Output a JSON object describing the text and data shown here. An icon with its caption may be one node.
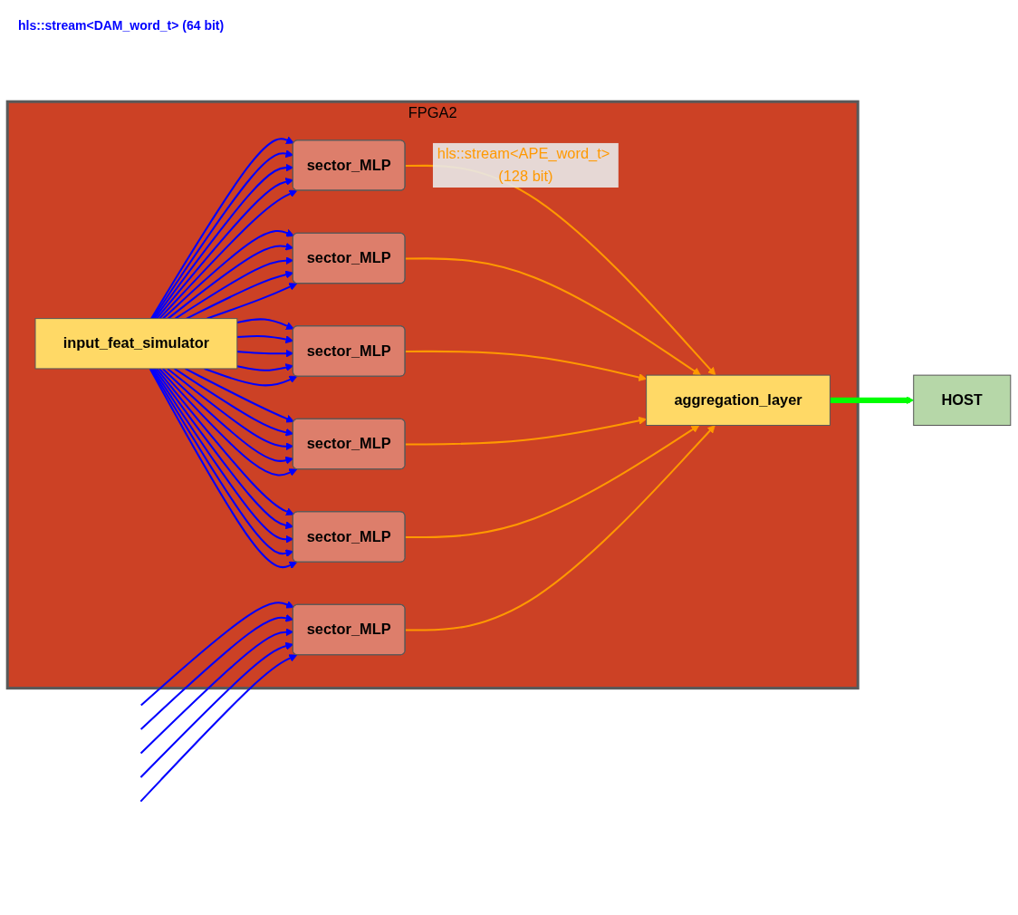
{
  "diagram": {
    "nodes": [
      {
        "text": [
          "FPGA2"
        ]
      },
      {
        "text": [
          "input_feat_simulator"
        ],
        "in": 0
      },
      {
        "text": [
          "sector_MLP"
        ],
        "in": 0
      },
      {
        "text": [
          "sector_MLP"
        ],
        "in": 0
      },
      {
        "text": [
          "sector_MLP"
        ],
        "in": 0
      },
      {
        "text": [
          "sector_MLP"
        ],
        "in": 0
      },
      {
        "text": [
          "sector_MLP"
        ],
        "in": 0
      },
      {
        "text": [
          "sector_MLP"
        ],
        "in": 0
      },
      {
        "text": [
          "aggregation_layer"
        ],
        "in": 0
      },
      {
        "text": [
          "HOST"
        ]
      }
    ],
    "edges": [
      {
        "from": 1,
        "to": 2,
        "arrow": "to"
      },
      {
        "from": 1,
        "to": 2,
        "arrow": "to"
      },
      {
        "from": 1,
        "to": 2,
        "arrow": "to"
      },
      {
        "from": 1,
        "to": 2,
        "arrow": "to"
      },
      {
        "from": 1,
        "to": 2,
        "arrow": "to"
      },
      {
        "from": 1,
        "to": 3,
        "arrow": "to"
      },
      {
        "from": 1,
        "to": 3,
        "arrow": "to"
      },
      {
        "from": 1,
        "to": 3,
        "arrow": "to"
      },
      {
        "from": 1,
        "to": 3,
        "arrow": "to"
      },
      {
        "from": 1,
        "to": 3,
        "arrow": "to"
      },
      {
        "from": 1,
        "to": 4,
        "arrow": "to"
      },
      {
        "from": 1,
        "to": 4,
        "arrow": "to"
      },
      {
        "from": 1,
        "to": 4,
        "arrow": "to"
      },
      {
        "from": 1,
        "to": 4,
        "arrow": "to"
      },
      {
        "from": 1,
        "to": 4,
        "arrow": "to"
      },
      {
        "from": 1,
        "to": 5,
        "arrow": "to"
      },
      {
        "from": 1,
        "to": 5,
        "arrow": "to"
      },
      {
        "from": 1,
        "to": 5,
        "arrow": "to"
      },
      {
        "from": 1,
        "to": 5,
        "arrow": "to"
      },
      {
        "from": 1,
        "to": 5,
        "arrow": "to"
      },
      {
        "from": 1,
        "to": 6,
        "arrow": "to"
      },
      {
        "from": 1,
        "to": 6,
        "arrow": "to"
      },
      {
        "from": 1,
        "to": 6,
        "arrow": "to"
      },
      {
        "from": 1,
        "to": 6,
        "arrow": "to"
      },
      {
        "from": 1,
        "to": 6,
        "arrow": "to"
      },
      {
        "from": null,
        "to": 7,
        "arrow": "to"
      },
      {
        "from": null,
        "to": 7,
        "arrow": "to"
      },
      {
        "from": null,
        "to": 7,
        "arrow": "to"
      },
      {
        "from": null,
        "to": 7,
        "arrow": "to"
      },
      {
        "from": null,
        "to": 7,
        "arrow": "to"
      },
      {
        "from": 2,
        "to": 8,
        "arrow": "to",
        "color": "#ff9900",
        "label": "hls::stream<APE_word_t> (128 bit)"
      },
      {
        "from": 3,
        "to": 8,
        "arrow": "to",
        "color": "#ff9900"
      },
      {
        "from": 4,
        "to": 8,
        "arrow": "to",
        "color": "#ff9900"
      },
      {
        "from": 5,
        "to": 8,
        "arrow": "to",
        "color": "#ff9900"
      },
      {
        "from": 6,
        "to": 8,
        "arrow": "to",
        "color": "#ff9900"
      },
      {
        "from": 7,
        "to": 8,
        "arrow": "to",
        "color": "#ff9900"
      },
      {
        "from": 8,
        "to": 9,
        "arrow": "to",
        "style": "thick",
        "color": "#00ff00"
      }
    ],
    "labels": [
      "hls::stream<DAM_word_t> (64 bit)"
    ]
  }
}
